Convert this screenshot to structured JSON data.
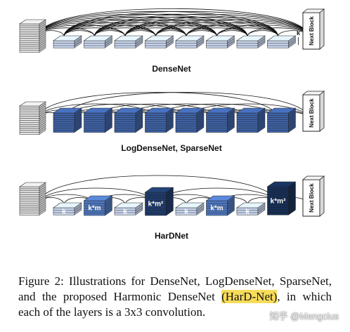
{
  "diagram": {
    "panels": [
      {
        "id": "densenet",
        "title": "DenseNet",
        "next_block_label": "Next Block",
        "growth_label": "k",
        "layer_style": "light",
        "layer_labels": [
          "",
          "",
          "",
          "",
          "",
          "",
          "",
          ""
        ],
        "connections": "all-to-all"
      },
      {
        "id": "logdensenet",
        "title": "LogDenseNet, SparseNet",
        "next_block_label": "Next Block",
        "layer_style": "medium",
        "layer_labels": [
          "",
          "",
          "",
          "",
          "",
          "",
          "",
          ""
        ],
        "connections": "logarithmic"
      },
      {
        "id": "hardnet",
        "title": "HarDNet",
        "next_block_label": "Next Block",
        "layer_style": "harmonic",
        "layer_labels": [
          "k",
          "k*m",
          "k",
          "k*m²",
          "k",
          "k*m",
          "k",
          "k*m³"
        ],
        "connections": "harmonic"
      }
    ]
  },
  "caption": {
    "prefix": "Figure 2:  Illustrations for DenseNet, LogDenseNet, SparseNet, and the proposed Harmonic DenseNet ",
    "highlight": "(HarD-Net)",
    "suffix": ", in which each of the layers is a 3x3 convolution."
  },
  "watermark": "知乎 @Mengcius",
  "colors": {
    "light_layer": "#c9d6ee",
    "medium_layer": "#3f63a8",
    "dark_layer": "#1f3b6b",
    "caption_highlight": "#f7dc5a"
  }
}
